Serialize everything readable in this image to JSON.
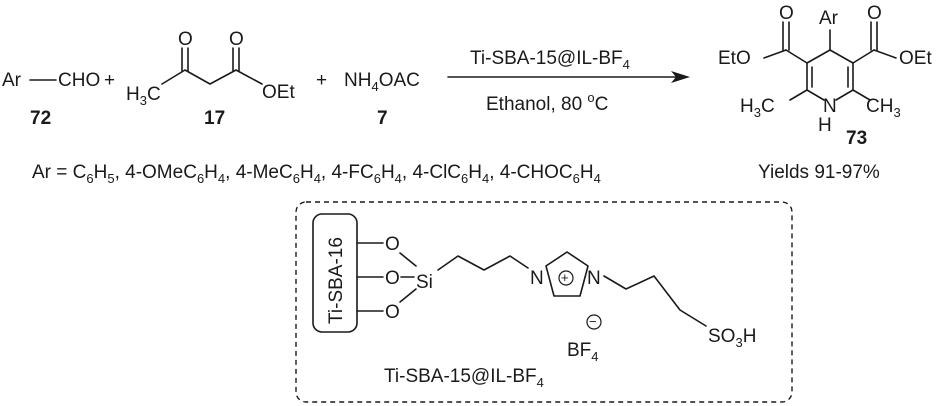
{
  "reactants": {
    "aldehyde": {
      "ar": "Ar",
      "cho": "CHO",
      "number": "72"
    },
    "plus": "+",
    "ketoester": {
      "ch3": "H",
      "ch3_sub": "3",
      "ch3_c": "C",
      "o_keto": "O",
      "o_ester": "O",
      "oet": "OEt",
      "number": "17"
    },
    "ammonium": {
      "nh": "NH",
      "sub": "4",
      "oac": "OAC",
      "number": "7"
    }
  },
  "conditions": {
    "catalyst": {
      "main": "Ti-SBA-15@IL-BF",
      "sub": "4"
    },
    "solvent": {
      "main": "Ethanol, 80 ",
      "deg": "o",
      "unit": "C"
    }
  },
  "product": {
    "ar": "Ar",
    "o1": "O",
    "o2": "O",
    "eto": "EtO",
    "oet": "OEt",
    "ch3_left": {
      "h": "H",
      "sub": "3",
      "c": "C"
    },
    "ch3_right": {
      "c": "CH",
      "sub": "3"
    },
    "n": "N",
    "h": "H",
    "number": "73",
    "yields": "Yields 91-97%"
  },
  "ar_definition": {
    "prefix": "Ar = C",
    "items": [
      {
        "a": "6",
        "b": "H",
        "c": "5",
        "d": ", 4-OMeC"
      },
      {
        "a": "6",
        "b": "H",
        "c": "4",
        "d": ", 4-MeC"
      },
      {
        "a": "6",
        "b": "H",
        "c": "4",
        "d": ", 4-FC"
      },
      {
        "a": "6",
        "b": "H",
        "c": "4",
        "d": ", 4-ClC"
      },
      {
        "a": "6",
        "b": "H",
        "c": "4",
        "d": ", 4-CHOC"
      },
      {
        "a": "6",
        "b": "H",
        "c": "4",
        "d": ""
      }
    ]
  },
  "catalyst_structure": {
    "support": "Ti-SBA-16",
    "o_top": "O",
    "o_mid": "O",
    "o_bot": "O",
    "si": "Si",
    "n1": "N",
    "n2": "N",
    "plus": "+",
    "minus": "−",
    "bf": "BF",
    "bf_sub": "4",
    "so3h": {
      "so": "SO",
      "sub": "3",
      "h": "H"
    },
    "caption": {
      "main": "Ti-SBA-15@IL-BF",
      "sub": "4"
    }
  }
}
